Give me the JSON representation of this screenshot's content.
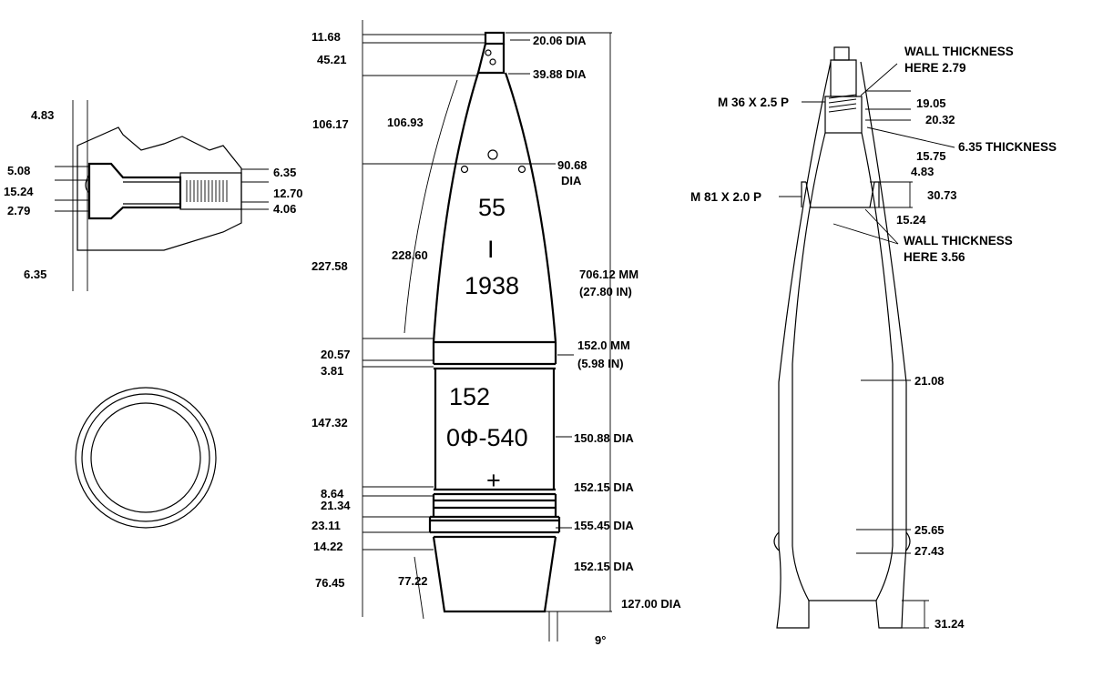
{
  "fuze_section": {
    "dims": [
      "4.83",
      "5.08",
      "15.24",
      "2.79",
      "6.35",
      "6.35",
      "12.70",
      "4.06"
    ]
  },
  "projectile": {
    "left_dims": [
      "11.68",
      "45.21",
      "106.17",
      "106.93",
      "227.58",
      "228.60",
      "20.57",
      "3.81",
      "147.32",
      "8.64",
      "21.34",
      "23.11",
      "14.22",
      "76.45",
      "77.22"
    ],
    "right_dims": [
      "20.06 DIA",
      "39.88 DIA",
      "90.68",
      "DIA",
      "706.12 MM",
      "(27.80 IN)",
      "152.0 MM",
      "(5.98 IN)",
      "150.88 DIA",
      "152.15 DIA",
      "155.45 DIA",
      "152.15 DIA",
      "127.00 DIA",
      "9°"
    ],
    "markings": [
      "55",
      "I",
      "1938",
      "152",
      "0Ф-540",
      "+"
    ]
  },
  "section": {
    "labels": [
      "WALL THICKNESS",
      "HERE 2.79",
      "M 36 X 2.5 P",
      "19.05",
      "20.32",
      "6.35 THICKNESS",
      "15.75",
      "4.83",
      "M 81 X 2.0 P",
      "30.73",
      "15.24",
      "WALL THICKNESS",
      "HERE 3.56",
      "21.08",
      "25.65",
      "27.43",
      "31.24"
    ]
  }
}
